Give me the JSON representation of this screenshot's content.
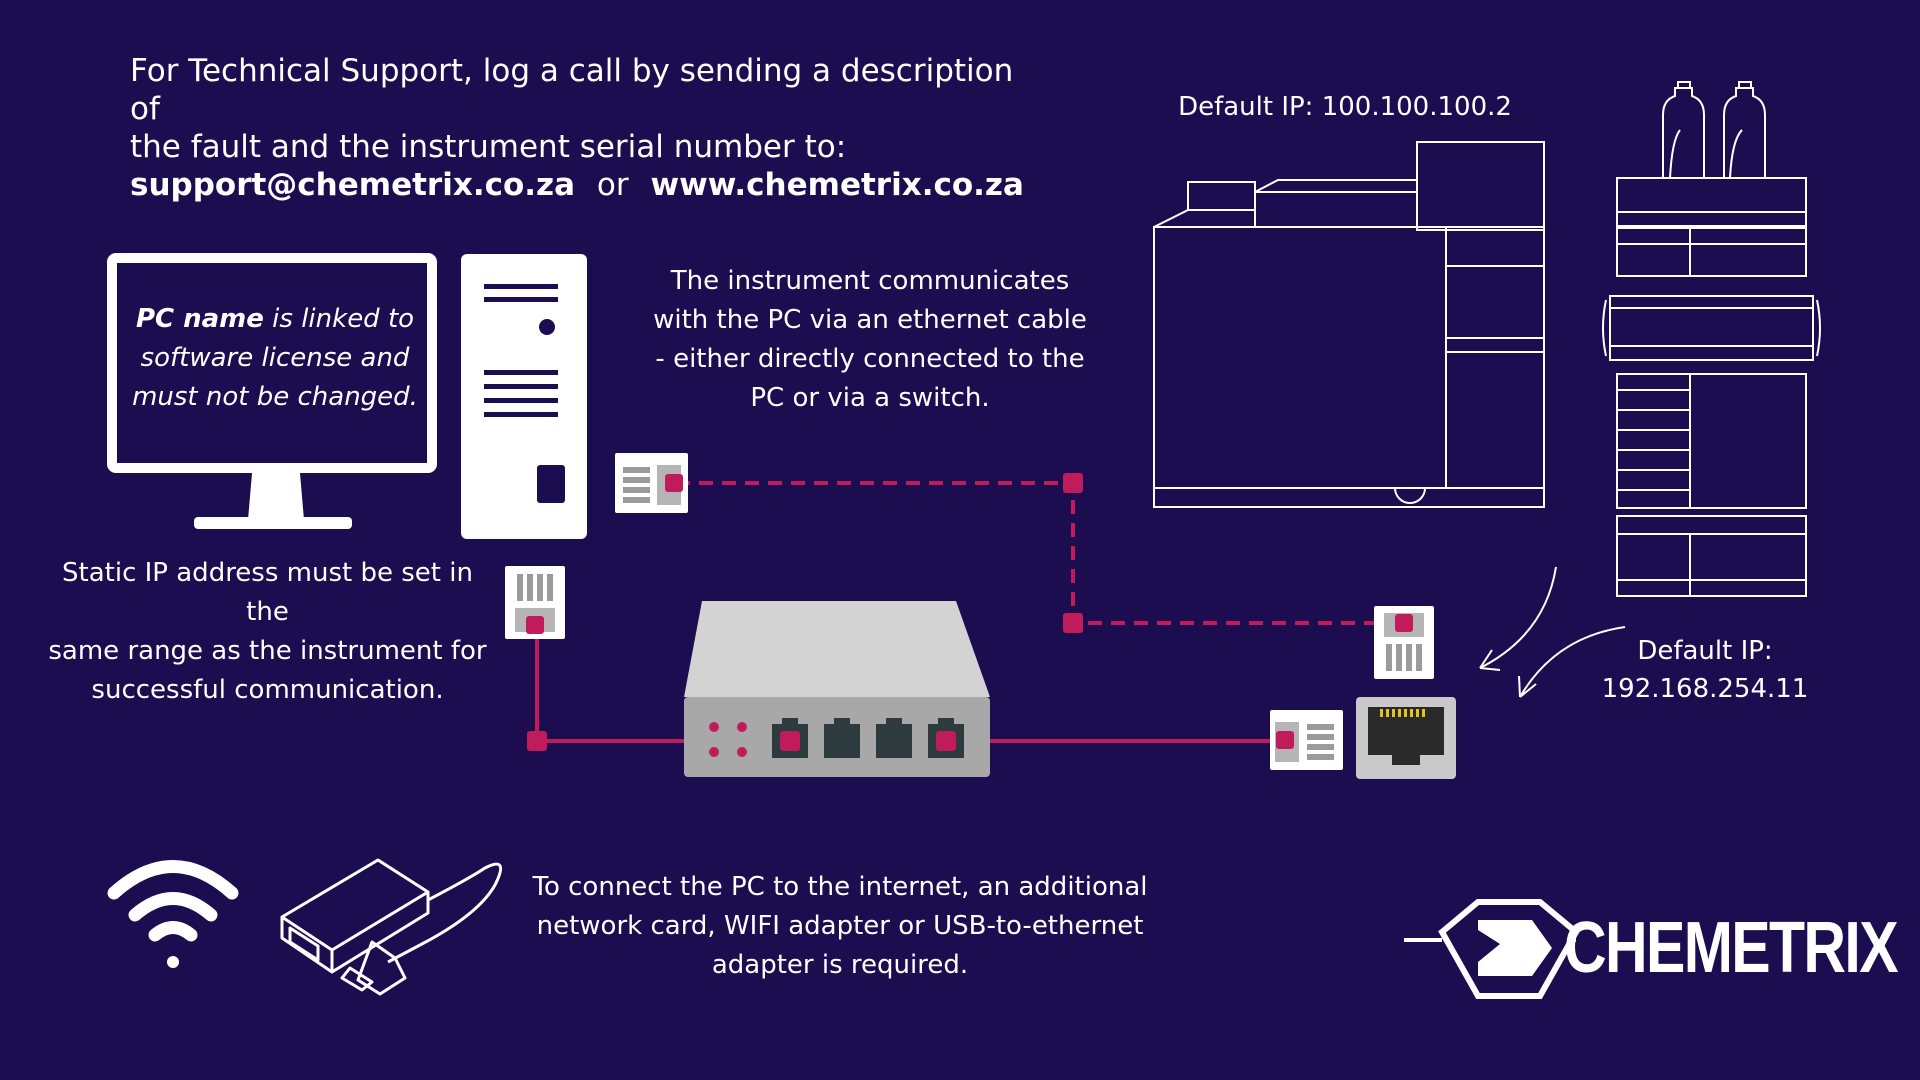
{
  "support": {
    "line1": "For Technical Support, log a call by sending a description of",
    "line2": "the fault and the instrument serial number to:",
    "email": "support@chemetrix.co.za",
    "or": "or",
    "website": "www.chemetrix.co.za"
  },
  "pc_note": {
    "bold": "PC name",
    "rest1": " is linked to",
    "rest2": "software license and",
    "rest3": "must not be changed."
  },
  "static_ip_note": {
    "line1": "Static IP address must be set in the",
    "line2": "same range as the instrument for",
    "line3": "successful communication."
  },
  "ethernet_note": {
    "line1": "The instrument communicates",
    "line2": "with the PC via an ethernet cable",
    "line3": "- either directly connected to the",
    "line4": "PC or via a switch."
  },
  "gc_ip": "Default IP: 100.100.100.2",
  "lc_ip": {
    "line1": "Default IP:",
    "line2": "192.168.254.11"
  },
  "internet_note": {
    "line1": "To connect the PC to the internet, an additional",
    "line2": "network card, WIFI adapter or USB-to-ethernet",
    "line3": "adapter is required."
  },
  "logo_text": "CHEMETRIX",
  "colors": {
    "background": "#1b0d4f",
    "cable": "#c01c5c",
    "switch_body": "#c9c9c9"
  },
  "icons": [
    "monitor-icon",
    "pc-tower-icon",
    "ethernet-plug-icon",
    "network-switch-icon",
    "rj45-port-icon",
    "gc-instrument-icon",
    "lc-instrument-icon",
    "wifi-icon",
    "usb-ethernet-adapter-icon",
    "chemetrix-logo-icon"
  ]
}
